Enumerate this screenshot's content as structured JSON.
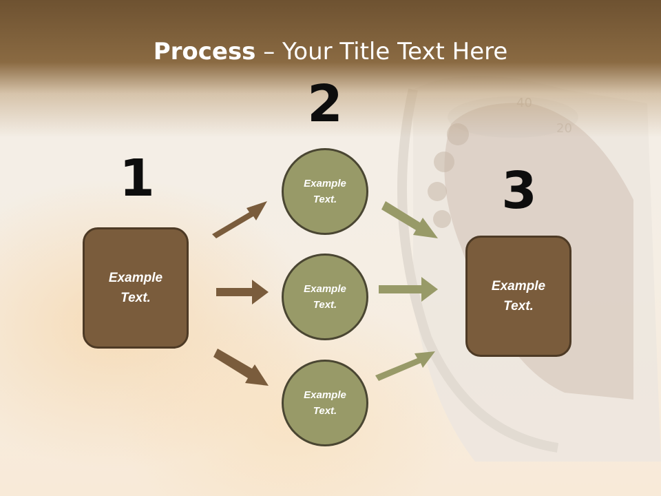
{
  "title": {
    "bold": "Process",
    "rest": " – Your Title Text Here"
  },
  "steps": {
    "step1": {
      "number": "1",
      "text": "Example\nText."
    },
    "step2": {
      "number": "2",
      "circles": [
        "Example\nText.",
        "Example\nText.",
        "Example\nText."
      ]
    },
    "step3": {
      "number": "3",
      "text": "Example\nText."
    }
  },
  "colors": {
    "header_brown": "#6e5231",
    "box_fill": "#7a5c3c",
    "circle_fill": "#989a68",
    "arrow_brown": "#7a5c3c",
    "arrow_olive": "#989a68"
  }
}
